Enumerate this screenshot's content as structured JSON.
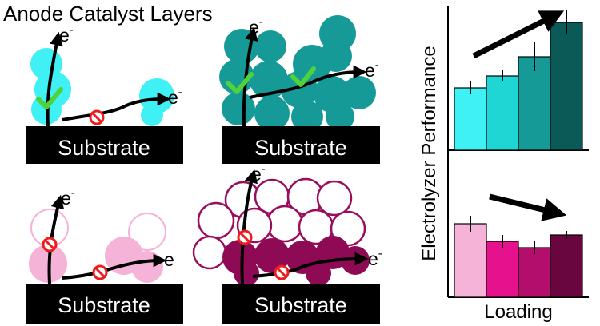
{
  "title": "Anode Catalyst Layers",
  "substrate_label": "Substrate",
  "electron_label": "e",
  "electron_sup": "-",
  "ylabel": "Electrolyzer Performance",
  "xlabel": "Loading",
  "colors": {
    "cyan_light": "#3ff0f5",
    "cyan": "#1fd6d4",
    "teal_mid": "#1ab8b5",
    "teal": "#169a97",
    "teal_dark": "#0f6f6d",
    "teal_darkest": "#0b5a58",
    "pink_light": "#f6b3d8",
    "pink": "#e6118d",
    "magenta": "#b30e6b",
    "magenta_dark": "#8e0a55",
    "plum_dark": "#6a063f",
    "check": "#4fd23a",
    "blocked": "#ee1c1c"
  },
  "chart_data": [
    {
      "type": "bar",
      "title": "",
      "xlabel": "",
      "ylabel": "",
      "categories": [
        "",
        "",
        "",
        ""
      ],
      "values": [
        78,
        93,
        117,
        160
      ],
      "errors": [
        8,
        7,
        18,
        15
      ],
      "ylim": [
        0,
        180
      ],
      "trend": "up",
      "colors": [
        "#3ff0f5",
        "#1fd6d4",
        "#169a97",
        "#0b5a58"
      ]
    },
    {
      "type": "bar",
      "title": "",
      "xlabel": "",
      "ylabel": "",
      "categories": [
        "",
        "",
        "",
        ""
      ],
      "values": [
        92,
        70,
        62,
        78
      ],
      "errors": [
        10,
        8,
        8,
        5
      ],
      "ylim": [
        0,
        180
      ],
      "trend": "down",
      "colors": [
        "#f6b3d8",
        "#e6118d",
        "#b30e6b",
        "#6a063f"
      ]
    }
  ]
}
